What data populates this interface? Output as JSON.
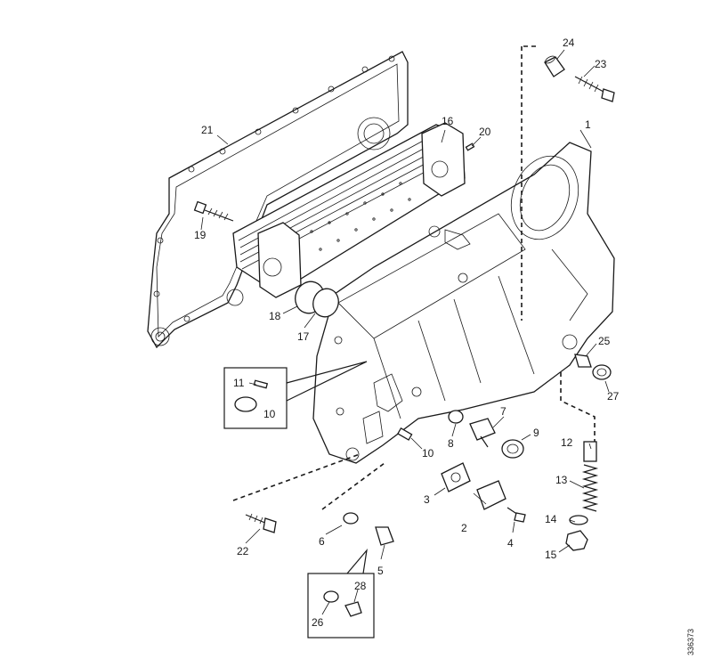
{
  "diagram": {
    "reference_number": "336373",
    "callouts": [
      {
        "id": "c1",
        "text": "1"
      },
      {
        "id": "c2",
        "text": "2"
      },
      {
        "id": "c3",
        "text": "3"
      },
      {
        "id": "c4",
        "text": "4"
      },
      {
        "id": "c5",
        "text": "5"
      },
      {
        "id": "c6",
        "text": "6"
      },
      {
        "id": "c7",
        "text": "7"
      },
      {
        "id": "c8",
        "text": "8"
      },
      {
        "id": "c9",
        "text": "9"
      },
      {
        "id": "c10a",
        "text": "10"
      },
      {
        "id": "c10b",
        "text": "10"
      },
      {
        "id": "c11",
        "text": "11"
      },
      {
        "id": "c12",
        "text": "12"
      },
      {
        "id": "c13",
        "text": "13"
      },
      {
        "id": "c14",
        "text": "14"
      },
      {
        "id": "c15",
        "text": "15"
      },
      {
        "id": "c16",
        "text": "16"
      },
      {
        "id": "c17",
        "text": "17"
      },
      {
        "id": "c18",
        "text": "18"
      },
      {
        "id": "c19",
        "text": "19"
      },
      {
        "id": "c20",
        "text": "20"
      },
      {
        "id": "c21",
        "text": "21"
      },
      {
        "id": "c22",
        "text": "22"
      },
      {
        "id": "c23",
        "text": "23"
      },
      {
        "id": "c24",
        "text": "24"
      },
      {
        "id": "c25",
        "text": "25"
      },
      {
        "id": "c26",
        "text": "26"
      },
      {
        "id": "c27",
        "text": "27"
      },
      {
        "id": "c28",
        "text": "28"
      }
    ]
  }
}
